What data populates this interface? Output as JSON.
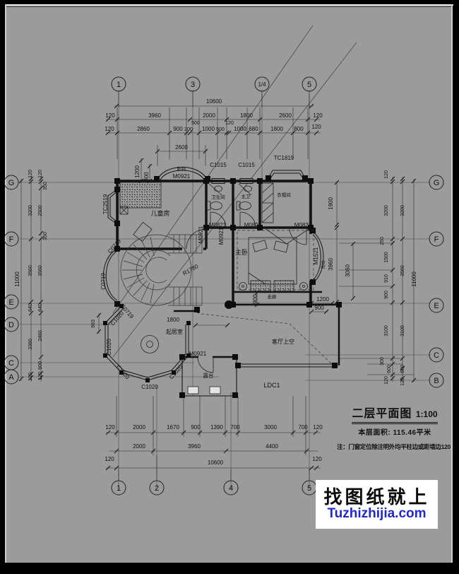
{
  "axes": {
    "top": [
      "1",
      "3",
      "1/4",
      "5"
    ],
    "bottom": [
      "1",
      "2",
      "4",
      "5"
    ],
    "left": [
      "G",
      "F",
      "E",
      "D",
      "C",
      "A"
    ],
    "right": [
      "G",
      "F",
      "E",
      "C",
      "B"
    ]
  },
  "dims": {
    "top_total": "10600",
    "top_row1": [
      "120",
      "3960",
      "2000",
      "1800",
      "2600",
      "120"
    ],
    "top_row2": [
      "120",
      "2860",
      "900",
      "200",
      "500",
      "1000",
      "500",
      "120",
      "1000",
      "680",
      "1800",
      "800",
      "120"
    ],
    "top_balcony": "2600",
    "top_v": [
      "1200",
      "900"
    ],
    "left_total": "11000",
    "left_col1": [
      "120",
      "3200",
      "3560",
      "640",
      "3360",
      "120"
    ],
    "left_col2": [
      "120",
      "350",
      "2500",
      "350",
      "3560",
      "640",
      "2460",
      "900",
      "120"
    ],
    "left_983": "983",
    "right_total": "11000",
    "right_col1": [
      "120",
      "3200",
      "250",
      "1500",
      "910",
      "900",
      "3100",
      "300",
      "600",
      "120"
    ],
    "right_col2": [
      "3200",
      "3560",
      "3100",
      "600",
      "120"
    ],
    "right_inner": [
      "1900",
      "3960",
      "3060",
      "1200",
      "900"
    ],
    "bottom_row1": [
      "120",
      "2000",
      "1670",
      "900",
      "1390",
      "700",
      "3000",
      "700",
      "120"
    ],
    "bottom_row2": [
      "2000",
      "3960",
      "4400"
    ],
    "bottom_total": "10600",
    "bottom_end": [
      "120",
      "120"
    ],
    "plan_inner": [
      "1800",
      "900"
    ]
  },
  "rooms": {
    "children": "儿童房",
    "bath": "卫生间",
    "master_bath": "主卫",
    "closet": "衣帽间",
    "master": "主卧",
    "sitting": "起居室",
    "corridor": "走廊",
    "terrace": "露台",
    "balcony_top": "阳台",
    "balcony_right": "阳台",
    "void": "客厅上空"
  },
  "openings": {
    "m0921": "M0921",
    "m0821": "M0821",
    "m1521": "M1521",
    "c1015": "C1015",
    "c1020": "C1020",
    "c0719": "C0719",
    "tc2519": "TC2519",
    "tc1819": "TC1819",
    "ldc1": "LDC1",
    "stair_radius": "R1780"
  },
  "titleblock": {
    "title": "二层平面图",
    "scale": "1:100",
    "area_label": "本层面积:",
    "area_value": "115.46平米",
    "note": "注：门窗定位除注明外均平柱边或距墙边120"
  },
  "watermark": {
    "cn": "找图纸就上",
    "url": "Tuzhizhijia.com",
    "url_color": "#2028c8"
  }
}
